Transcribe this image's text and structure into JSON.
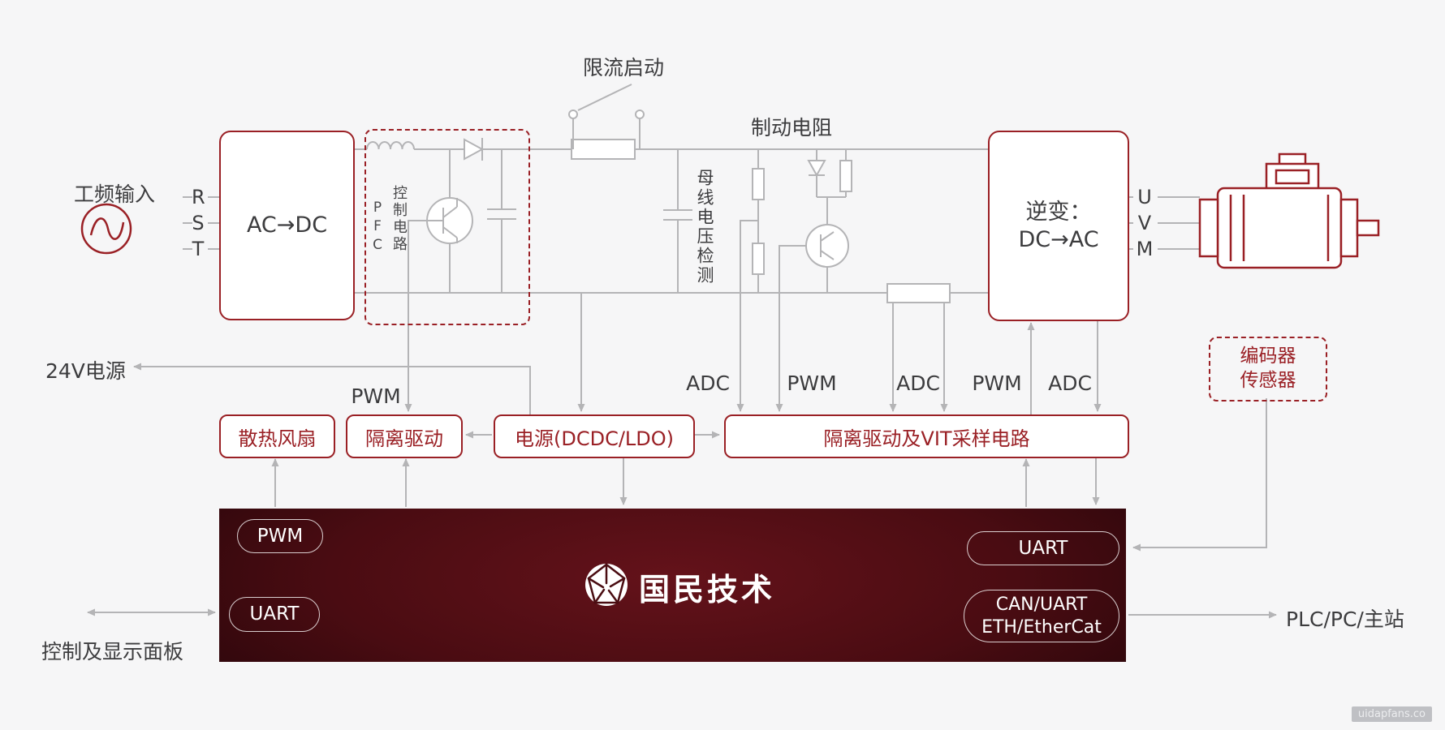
{
  "colors": {
    "accent_red": "#9a2025",
    "wire_gray": "#b4b4b6",
    "text_dark": "#3c3c3e",
    "mcu_maroon": "#64121a",
    "background": "#f6f6f7"
  },
  "diagram": {
    "mains_label": "工频输入",
    "phases": [
      "R",
      "S",
      "T"
    ],
    "acdc_label": "AC→DC",
    "pfc": {
      "abbr": "PFC",
      "label": "控制电路"
    },
    "inrush_label": "限流启动",
    "brake_label": "制动电阻",
    "bus_sense_label": "母线电压检测",
    "inverter": {
      "line1": "逆变：",
      "line2": "DC→AC"
    },
    "outputs": [
      "U",
      "V",
      "M"
    ],
    "supply24_label": "24V电源",
    "pfc_pwm_label": "PWM",
    "signal_labels": [
      "ADC",
      "PWM",
      "ADC",
      "PWM",
      "ADC"
    ],
    "boxes": {
      "fan": "散热风扇",
      "iso_drive": "隔离驱动",
      "power": "电源(DCDC/LDO)",
      "vit": "隔离驱动及VIT采样电路"
    },
    "encoder": {
      "line1": "编码器",
      "line2": "传感器"
    },
    "mcu": {
      "brand": "国民技术",
      "pwm": "PWM",
      "uart_left": "UART",
      "uart_right": "UART",
      "can_line1": "CAN/UART",
      "can_line2": "ETH/EtherCat"
    },
    "panel_label": "控制及显示面板",
    "plc_label": "PLC/PC/主站",
    "watermark": "uidapfans.co"
  }
}
